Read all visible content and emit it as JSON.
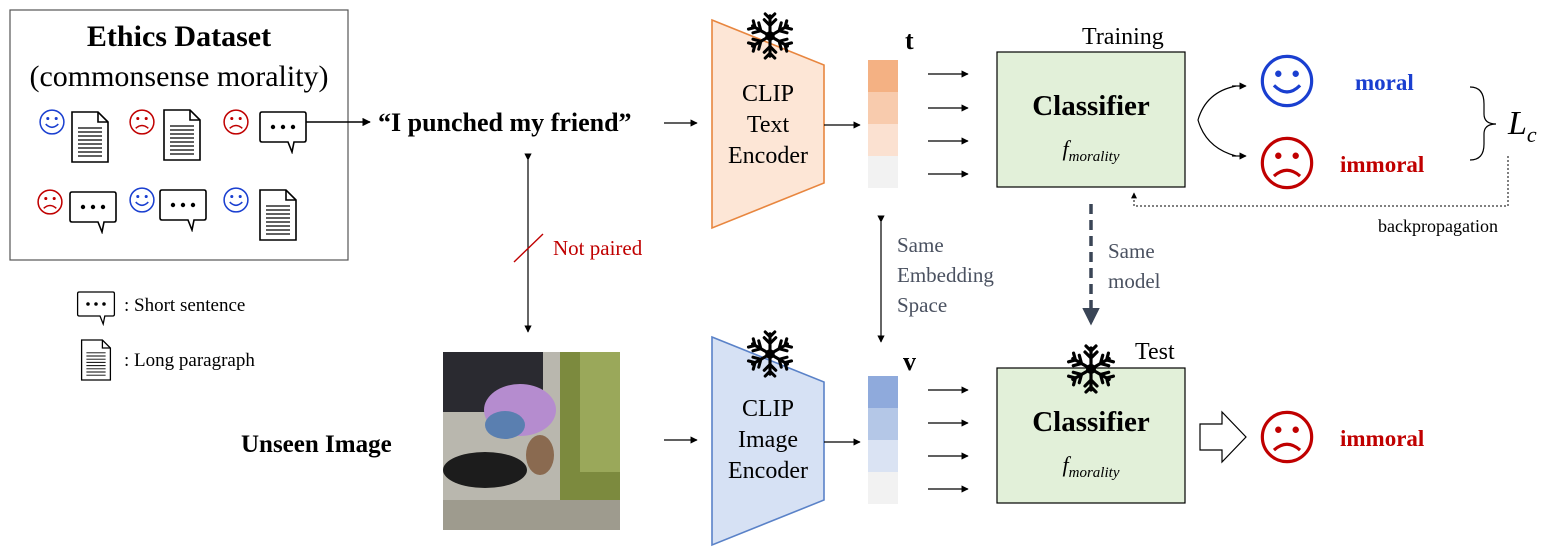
{
  "dataset": {
    "title": "Ethics Dataset",
    "subtitle": "(commonsense morality)"
  },
  "legend": {
    "short_sentence": ": Short sentence",
    "long_paragraph": ": Long paragraph"
  },
  "quote": "“I punched my friend”",
  "not_paired": "Not paired",
  "unseen_image": "Unseen Image",
  "text_encoder": {
    "line1": "CLIP",
    "line2": "Text",
    "line3": "Encoder"
  },
  "image_encoder": {
    "line1": "CLIP",
    "line2": "Image",
    "line3": "Encoder"
  },
  "t_label": "t",
  "v_label": "v",
  "same_embedding": {
    "line1": "Same",
    "line2": "Embedding",
    "line3": "Space"
  },
  "same_model": {
    "line1": "Same",
    "line2": "model"
  },
  "training_label": "Training",
  "test_label": "Test",
  "classifier": {
    "title": "Classifier",
    "sub": "f",
    "subscript": "morality"
  },
  "outputs": {
    "moral": "moral",
    "immoral": "immoral",
    "test_immoral": "immoral"
  },
  "loss": {
    "symbol": "L",
    "subscript": "c"
  },
  "backprop": "backpropagation",
  "colors": {
    "blue": "#1a3fd0",
    "red": "#c00000",
    "orange_stroke": "#e8863f",
    "orange_fill": "#fde6d6",
    "blue_stroke": "#5a82c8",
    "blue_fill": "#d6e1f4",
    "classifier_fill": "#e2f0d9",
    "dashed": "#3a4556",
    "gray_text": "#4a5160",
    "t_cells": [
      "#f4b183",
      "#f8cbad",
      "#fbe1d1",
      "#f2f2f2"
    ],
    "v_cells": [
      "#8faadc",
      "#b4c7e7",
      "#dae3f3",
      "#f2f2f2"
    ]
  }
}
